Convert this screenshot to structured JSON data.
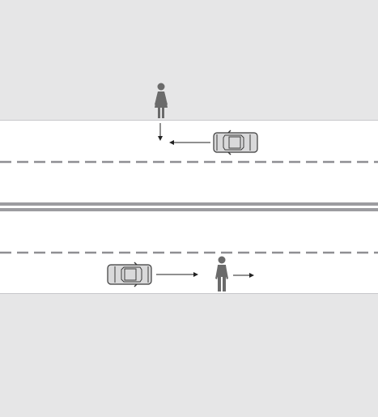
{
  "scene": {
    "colors": {
      "sidewalk": "#e6e6e7",
      "road": "#ffffff",
      "lane_dash": "#8f8f93",
      "median": "#9c9ca0",
      "road_edge": "#c8c8cb",
      "figure_fill": "#6b6b6b",
      "car_body": "#d9d9da",
      "car_outline": "#3a3a3a",
      "arrow": "#222222"
    },
    "elements": [
      {
        "kind": "pedestrian",
        "icon": "woman-pedestrian-icon",
        "moving": "down"
      },
      {
        "kind": "car",
        "icon": "car-icon",
        "moving": "left"
      },
      {
        "kind": "car",
        "icon": "car-icon",
        "moving": "right"
      },
      {
        "kind": "pedestrian",
        "icon": "man-pedestrian-icon",
        "moving": "right"
      }
    ]
  }
}
